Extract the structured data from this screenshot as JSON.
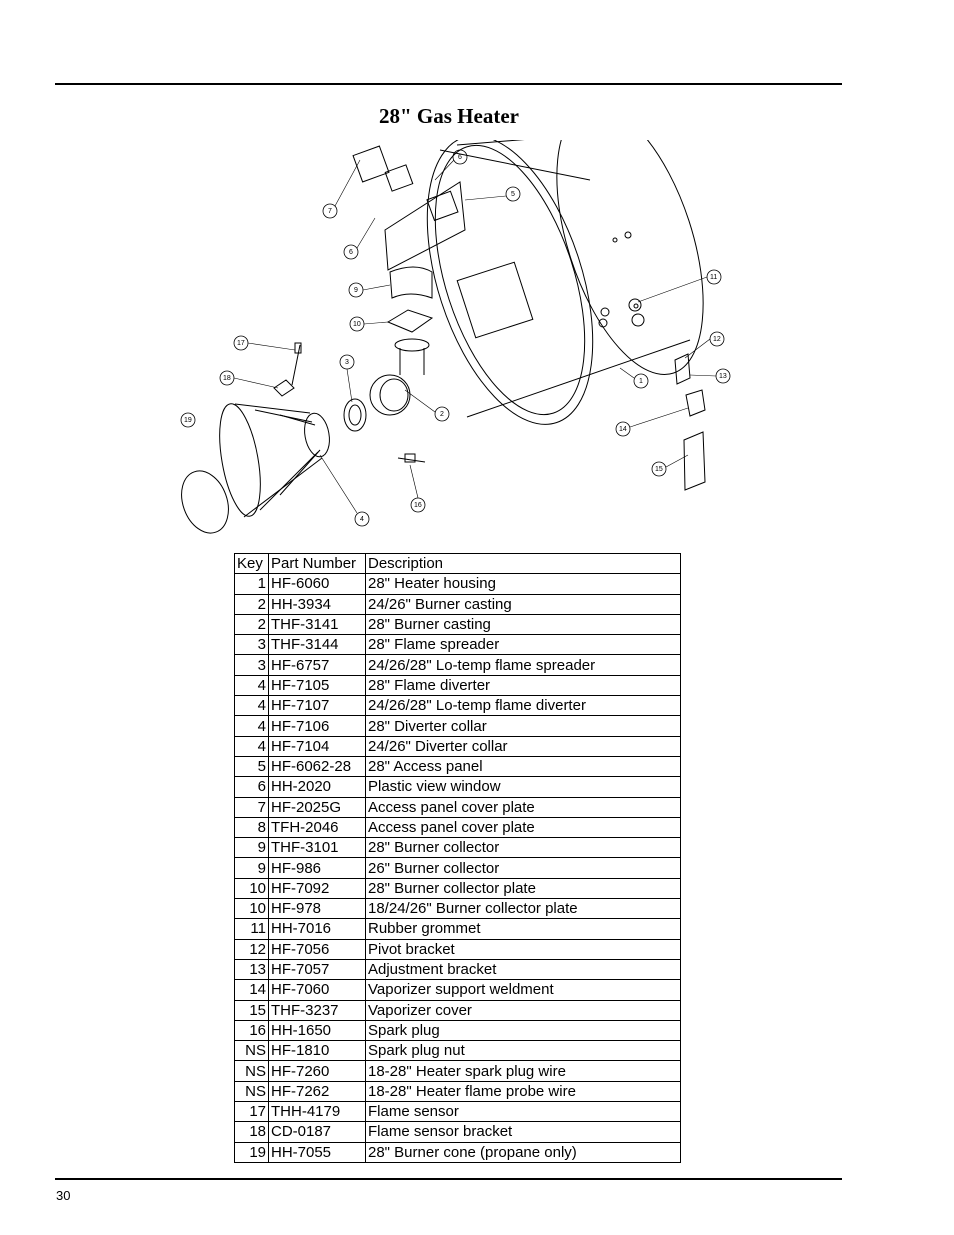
{
  "title": "28\" Gas Heater",
  "page_number": "30",
  "diagram": {
    "callouts": [
      "1",
      "2",
      "3",
      "4",
      "5",
      "6",
      "7",
      "8",
      "9",
      "10",
      "11",
      "12",
      "13",
      "14",
      "15",
      "16",
      "17",
      "18",
      "19"
    ]
  },
  "table": {
    "headers": {
      "key": "Key",
      "part": "Part Number",
      "desc": "Description"
    },
    "rows": [
      {
        "key": "1",
        "part": "HF-6060",
        "desc": "28\" Heater housing"
      },
      {
        "key": "2",
        "part": "HH-3934",
        "desc": "24/26\" Burner casting"
      },
      {
        "key": "2",
        "part": "THF-3141",
        "desc": "28\" Burner casting"
      },
      {
        "key": "3",
        "part": "THF-3144",
        "desc": "28\" Flame spreader"
      },
      {
        "key": "3",
        "part": "HF-6757",
        "desc": "24/26/28\" Lo-temp flame spreader"
      },
      {
        "key": "4",
        "part": "HF-7105",
        "desc": "28\" Flame diverter"
      },
      {
        "key": "4",
        "part": "HF-7107",
        "desc": "24/26/28\" Lo-temp flame diverter"
      },
      {
        "key": "4",
        "part": "HF-7106",
        "desc": "28\" Diverter collar"
      },
      {
        "key": "4",
        "part": "HF-7104",
        "desc": "24/26\" Diverter collar"
      },
      {
        "key": "5",
        "part": "HF-6062-28",
        "desc": "28\" Access panel"
      },
      {
        "key": "6",
        "part": "HH-2020",
        "desc": "Plastic view window"
      },
      {
        "key": "7",
        "part": "HF-2025G",
        "desc": "Access panel cover plate"
      },
      {
        "key": "8",
        "part": "TFH-2046",
        "desc": "Access panel cover plate"
      },
      {
        "key": "9",
        "part": "THF-3101",
        "desc": "28\" Burner collector"
      },
      {
        "key": "9",
        "part": "HF-986",
        "desc": "26\" Burner collector"
      },
      {
        "key": "10",
        "part": "HF-7092",
        "desc": "28\" Burner collector plate"
      },
      {
        "key": "10",
        "part": "HF-978",
        "desc": "18/24/26\" Burner collector plate"
      },
      {
        "key": "11",
        "part": "HH-7016",
        "desc": "Rubber grommet"
      },
      {
        "key": "12",
        "part": "HF-7056",
        "desc": "Pivot bracket"
      },
      {
        "key": "13",
        "part": "HF-7057",
        "desc": "Adjustment bracket"
      },
      {
        "key": "14",
        "part": "HF-7060",
        "desc": "Vaporizer support weldment"
      },
      {
        "key": "15",
        "part": "THF-3237",
        "desc": "Vaporizer cover"
      },
      {
        "key": "16",
        "part": "HH-1650",
        "desc": "Spark plug"
      },
      {
        "key": "NS",
        "part": "HF-1810",
        "desc": "Spark plug nut"
      },
      {
        "key": "NS",
        "part": "HF-7260",
        "desc": "18-28\" Heater spark plug wire"
      },
      {
        "key": "NS",
        "part": "HF-7262",
        "desc": "18-28\" Heater flame probe wire"
      },
      {
        "key": "17",
        "part": "THH-4179",
        "desc": "Flame sensor"
      },
      {
        "key": "18",
        "part": "CD-0187",
        "desc": "Flame sensor bracket"
      },
      {
        "key": "19",
        "part": "HH-7055",
        "desc": "28\" Burner cone (propane only)"
      }
    ]
  }
}
